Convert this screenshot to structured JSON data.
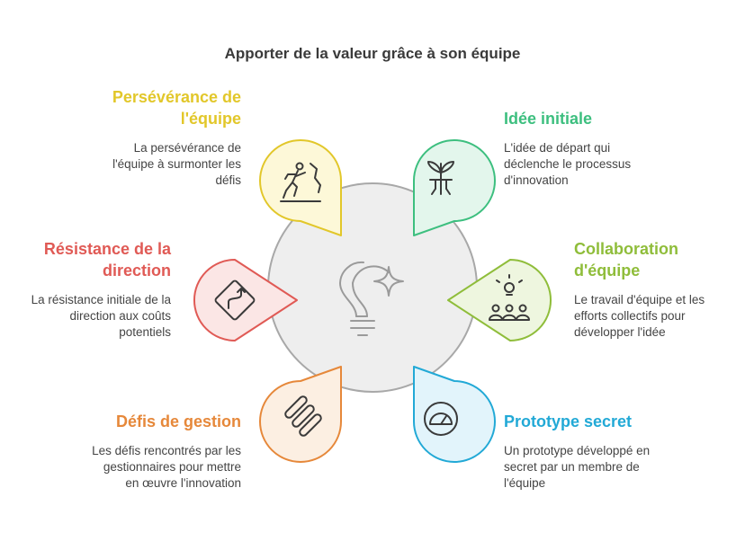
{
  "title": "Apporter de la valeur grâce à son équipe",
  "center_icon": "lightbulb-sparkle-icon",
  "items": [
    {
      "key": "perseverance",
      "heading": "Persévérance de l'équipe",
      "description": "La persévérance de l'équipe à surmonter les défis",
      "color": "#e2c72a",
      "fill": "#fdf8d8",
      "icon": "climber-icon"
    },
    {
      "key": "idee",
      "heading": "Idée initiale",
      "description": "L'idée de départ qui déclenche le processus d'innovation",
      "color": "#3dbf7f",
      "fill": "#e3f6ec",
      "icon": "sprout-icon"
    },
    {
      "key": "collaboration",
      "heading": "Collaboration d'équipe",
      "description": "Le travail d'équipe et les efforts collectifs pour développer l'idée",
      "color": "#8fbd3a",
      "fill": "#eef6df",
      "icon": "team-idea-icon"
    },
    {
      "key": "prototype",
      "heading": "Prototype secret",
      "description": "Un prototype développé en secret par un membre de l'équipe",
      "color": "#22a9d6",
      "fill": "#e2f4fb",
      "icon": "protractor-icon"
    },
    {
      "key": "defis",
      "heading": "Défis de gestion",
      "description": "Les défis rencontrés par les gestionnaires pour mettre en œuvre l'innovation",
      "color": "#e6883a",
      "fill": "#fcefe2",
      "icon": "barrier-icon"
    },
    {
      "key": "resistance",
      "heading": "Résistance de la direction",
      "description": "La résistance initiale de la direction aux coûts potentiels",
      "color": "#e05a55",
      "fill": "#fbe6e5",
      "icon": "detour-sign-icon"
    }
  ]
}
